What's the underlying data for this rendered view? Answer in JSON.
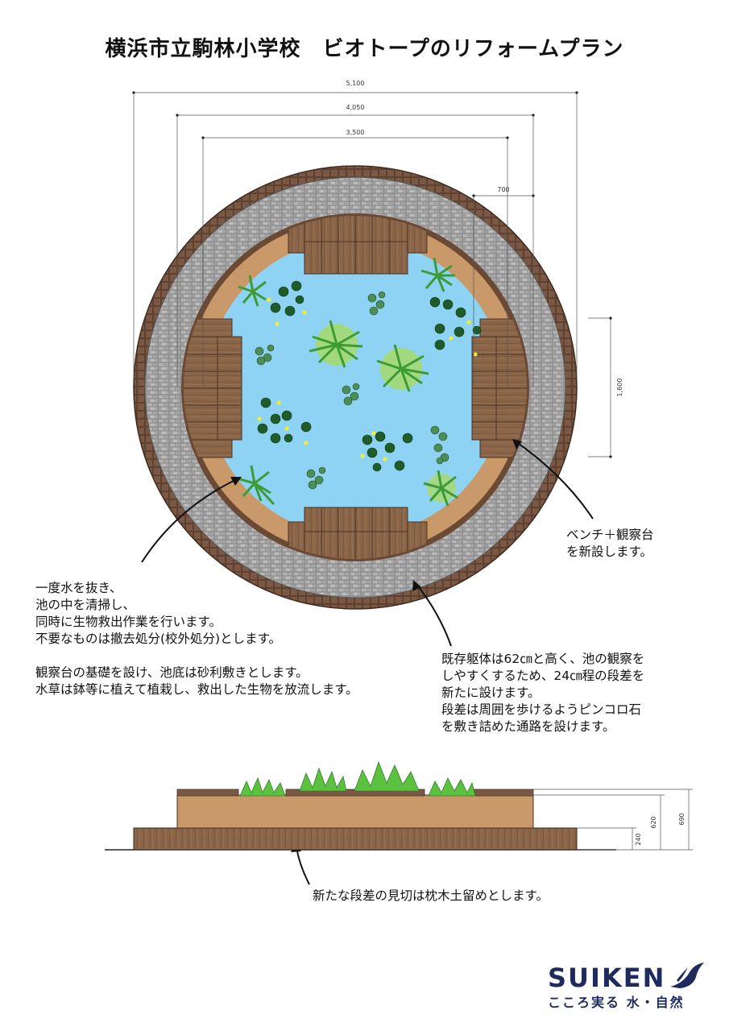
{
  "title": "横浜市立駒林小学校　ビオトープのリフォームプラン",
  "plan_dimensions": {
    "overall": "5,100",
    "inner": "4,050",
    "pond": "3,500",
    "bench": "700",
    "bench_length": "1,600"
  },
  "section_dimensions": {
    "step": "240",
    "existing": "620",
    "total": "690"
  },
  "notes": {
    "left_a": [
      "一度水を抜き、",
      "池の中を清掃し、",
      "同時に生物救出作業を行います。",
      "不要なものは撤去処分(校外処分)とします。"
    ],
    "left_b": [
      "観察台の基礎を設け、池底は砂利敷きとします。",
      "水草は鉢等に植えて植栽し、救出した生物を放流します。"
    ],
    "right": [
      "既存躯体は62㎝と高く、池の観察を",
      "しやすくするため、24㎝程の段差を",
      "新たに設けます。",
      "段差は周囲を歩けるようピンコロ石",
      "を敷き詰めた通路を設けます。"
    ],
    "bench": [
      "ベンチ＋観察台",
      "を新設します。"
    ],
    "section": "新たな段差の見切は枕木土留めとします。"
  },
  "logo": {
    "name": "SUIKEN",
    "tagline": "こころ実る 水・自然",
    "color": "#1e2b5c"
  },
  "colors": {
    "water": "#8fd3f4",
    "deck": "#8a6548",
    "sand": "#c9996a",
    "paving": "#9a9a9a",
    "edge": "#6b4a35",
    "plant": "#4caf3f"
  }
}
